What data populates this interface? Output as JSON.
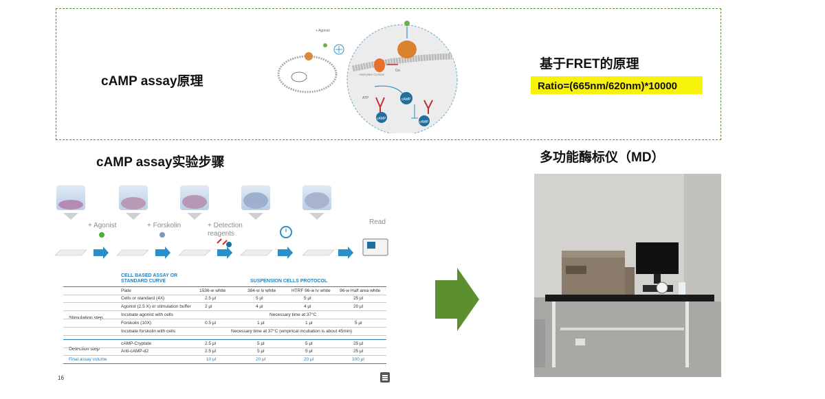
{
  "principle": {
    "camp_title": "cAMP assay原理",
    "fret_title": "基于FRET的原理",
    "formula": "Ratio=(665nm/620nm)*10000",
    "diagram_labels": {
      "agonist": "+ Agonist",
      "adenylate": "Adenylate Cyclase",
      "gi": "Gα",
      "atp": "ATP",
      "camp": "cAMP"
    }
  },
  "steps": {
    "title": "cAMP assay实验步骤",
    "labels": [
      "+ Agonist",
      "+ Forskolin",
      "+ Detection reagents",
      "Read"
    ]
  },
  "protocol": {
    "head_left": "CELL BASED ASSAY OR STANDARD CURVE",
    "head_right": "SUSPENSION CELLS PROTOCOL",
    "columns": [
      "Plate",
      "1536-w white",
      "384-w lv white",
      "HTRF 96-w lv white",
      "96-w Half area white"
    ],
    "section_stimulation": "Stimulation step",
    "section_detection": "Detection step",
    "rows": [
      [
        "Cells or standard (4X)",
        "2.5 μl",
        "5 μl",
        "5 μl",
        "25 μl"
      ],
      [
        "Agonist (2.5 X) or stimulation buffer",
        "2 μl",
        "4 μl",
        "4 μl",
        "20 μl"
      ],
      [
        "Incubate agonist with cells",
        "Necessary time at 37°C"
      ],
      [
        "Forskolin (10X)",
        "0.5 μl",
        "1 μl",
        "1 μl",
        "5 μl"
      ],
      [
        "Incubate forskolin with cells",
        "Necessary time at 37°C (empirical incubation is about 45min)"
      ],
      [
        "cAMP-Cryptate",
        "2.5 μl",
        "5 μl",
        "5 μl",
        "25 μl"
      ],
      [
        "Anti-cAMP-d2",
        "2.5 μl",
        "5 μl",
        "5 μl",
        "25 μl"
      ],
      [
        "Final assay volume",
        "10 μl",
        "20 μl",
        "20 μl",
        "100 μl"
      ]
    ],
    "page_number": "16"
  },
  "instrument": {
    "title": "多功能酶标仪（MD）"
  },
  "colors": {
    "formula_bg": "#f7f20a",
    "arrow_green": "#5b8f2f",
    "step_arrow": "#2a8fc8",
    "table_blue": "#2a7fb8",
    "dash_green": "#5a8a3a"
  }
}
